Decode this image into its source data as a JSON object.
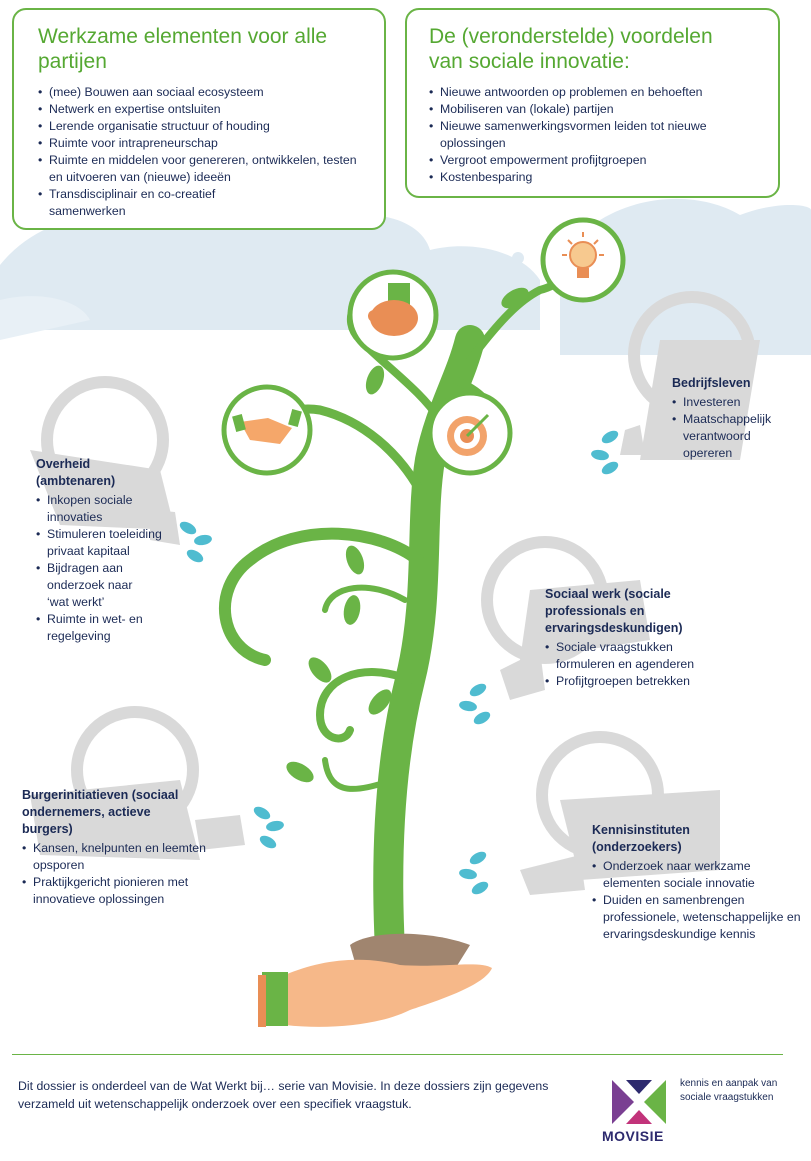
{
  "elements_box": {
    "title": "Werkzame elementen voor alle partijen",
    "items": [
      "(mee) Bouwen aan sociaal ecosysteem",
      "Netwerk en expertise ontsluiten",
      "Lerende organisatie structuur of houding",
      "Ruimte voor intrapreneurschap",
      "Ruimte en middelen voor genereren, ontwikkelen, testen en uitvoeren van (nieuwe) ideeën",
      "Transdisciplinair en co-creatief samenwerken"
    ]
  },
  "benefits_box": {
    "title": "De (veronderstelde) voordelen van sociale innovatie:",
    "items": [
      "Nieuwe antwoorden op problemen en behoeften",
      "Mobiliseren van (lokale) partijen",
      "Nieuwe samenwerkingsvormen leiden tot nieuwe oplossingen",
      "Vergroot empowerment profijtgroepen",
      "Kostenbesparing"
    ]
  },
  "actors": {
    "bedrijfsleven": {
      "title": "Bedrijfsleven",
      "items": [
        "Investeren",
        "Maatschappelijk verantwoord opereren"
      ]
    },
    "overheid": {
      "title": "Overheid (ambtenaren)",
      "items": [
        "Inkopen sociale innovaties",
        "Stimuleren toeleiding privaat kapitaal",
        "Bijdragen aan onderzoek naar ‘wat werkt’",
        "Ruimte in wet- en regelgeving"
      ]
    },
    "sociaal_werk": {
      "title": "Sociaal werk (sociale professionals en ervaringsdeskundigen)",
      "items": [
        "Sociale vraagstukken formuleren en agenderen",
        "Profijtgroepen betrekken"
      ]
    },
    "burger": {
      "title": "Burgerinitiatieven (sociaal ondernemers, actieve burgers)",
      "items": [
        "Kansen, knelpunten en leemten opsporen",
        "Praktijkgericht pionieren met innovatieve oplossingen"
      ]
    },
    "kennis": {
      "title": "Kennisinstituten (onderzoekers)",
      "items": [
        "Onderzoek naar werkzame elementen sociale innovatie",
        "Duiden en samenbrengen professionele, wetenschappelijke en ervaringsdeskundige kennis"
      ]
    }
  },
  "footer": {
    "text": "Dit dossier is onderdeel van de Wat Werkt bij… serie van Movisie. In deze dossiers zijn gegevens verzameld uit wetenschappelijk onderzoek over een specifiek vraagstuk.",
    "brand": "MOVISIE",
    "tagline": "kennis en aanpak van sociale vraagstukken"
  },
  "icons": [
    "handshake-icon",
    "piggy-bank-icon",
    "lightbulb-icon",
    "target-icon",
    "watering-can-icon",
    "hand-icon"
  ],
  "colors": {
    "green": "#6ab446",
    "dark_green": "#55a832",
    "navy": "#1b2a55",
    "water": "#4fbcd0",
    "cloud": "#dde9f1"
  }
}
